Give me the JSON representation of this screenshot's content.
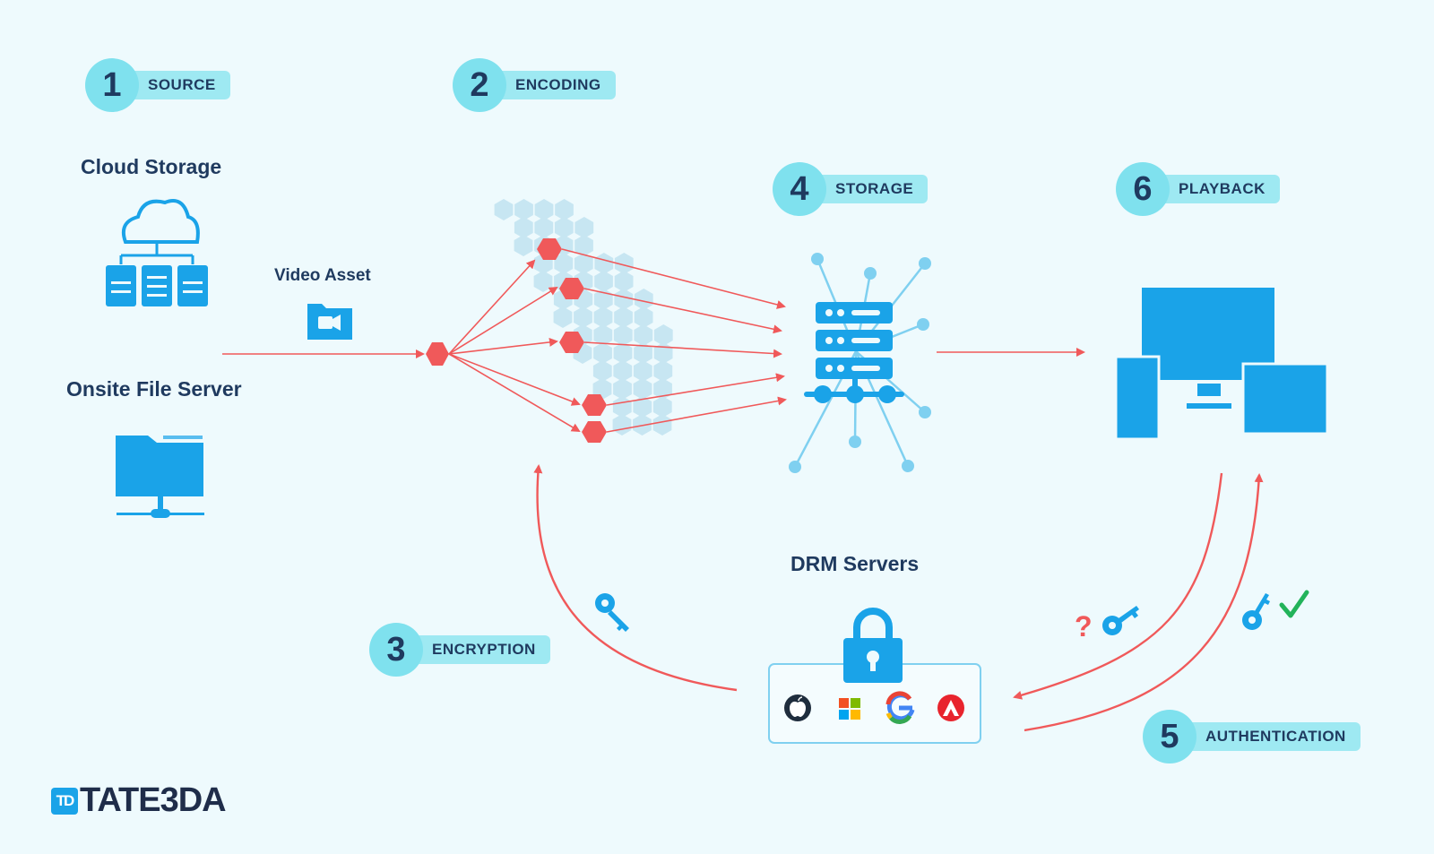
{
  "steps": [
    {
      "num": "1",
      "label": "SOURCE"
    },
    {
      "num": "2",
      "label": "ENCODING"
    },
    {
      "num": "3",
      "label": "ENCRYPTION"
    },
    {
      "num": "4",
      "label": "STORAGE"
    },
    {
      "num": "5",
      "label": "AUTHENTICATION"
    },
    {
      "num": "6",
      "label": "PLAYBACK"
    }
  ],
  "labels": {
    "cloud_storage": "Cloud Storage",
    "onsite_file_server": "Onsite File Server",
    "video_asset": "Video Asset",
    "drm_servers": "DRM Servers"
  },
  "logo": {
    "mark": "TD",
    "text": "TATE3DA"
  },
  "colors": {
    "background": "#eefafd",
    "badge": "#7fe1ee",
    "icon_blue": "#1aa3e8",
    "arrow_red": "#f0595a",
    "text_dark": "#1f3a5f",
    "check_green": "#22b35a",
    "question_red": "#f0595a"
  },
  "icons": [
    "cloud-storage-icon",
    "folder-server-icon",
    "camera-folder-icon",
    "server-network-icon",
    "devices-icon",
    "lock-icon",
    "key-icon",
    "apple-icon",
    "windows-icon",
    "google-icon",
    "adobe-icon"
  ]
}
